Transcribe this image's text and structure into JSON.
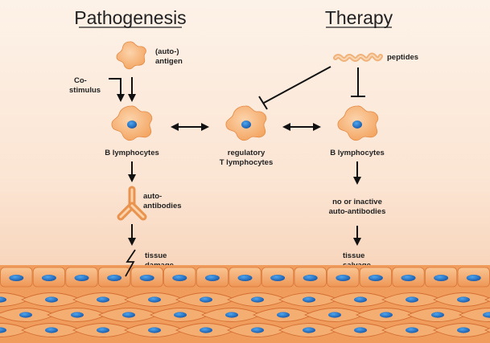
{
  "headings": {
    "left": "Pathogenesis",
    "right": "Therapy"
  },
  "labels": {
    "antigen_line1": "(auto-)",
    "antigen_line2": "antigen",
    "costim_line1": "Co-",
    "costim_line2": "stimulus",
    "b_left": "B lymphocytes",
    "treg_line1": "regulatory",
    "treg_line2": "T lymphocytes",
    "b_right": "B lymphocytes",
    "peptides": "peptides",
    "autoab_line1": "auto-",
    "autoab_line2": "antibodies",
    "inactive_line1": "no or inactive",
    "inactive_line2": "auto-antibodies",
    "damage_line1": "tissue",
    "damage_line2": "damage",
    "salvage_line1": "tissue",
    "salvage_line2": "salvage"
  },
  "colors": {
    "cell_fill": "#f7b47a",
    "nucleus": "#1e78c8",
    "background_top": "#fdf0e4",
    "background_bottom": "#f5c9a8",
    "tissue": "#f2a466"
  },
  "icons": [
    "star-cell",
    "antibody-y",
    "lightning-bolt",
    "peptide-chain",
    "inhibition-bar"
  ]
}
